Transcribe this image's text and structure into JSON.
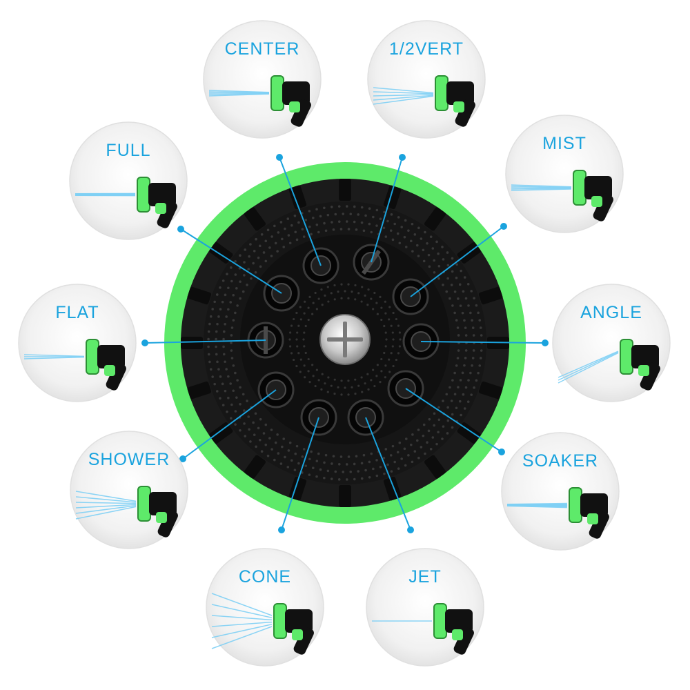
{
  "colors": {
    "accent_blue": "#1aa3de",
    "rim_green": "#5eea6a",
    "face_black": "#141414",
    "bubble_fill": "#f2f2f2",
    "spray_blue": "#7fd0f5"
  },
  "hub": {
    "icon": "screw-icon"
  },
  "patterns": [
    {
      "label": "CENTER",
      "spray": "dense-narrow"
    },
    {
      "label": "1/2VERT",
      "spray": "fan-down"
    },
    {
      "label": "MIST",
      "spray": "fine-lines"
    },
    {
      "label": "ANGLE",
      "spray": "angled-up"
    },
    {
      "label": "SOAKER",
      "spray": "wide-band"
    },
    {
      "label": "JET",
      "spray": "single-thin"
    },
    {
      "label": "CONE",
      "spray": "cone-wide"
    },
    {
      "label": "SHOWER",
      "spray": "parallel-lines"
    },
    {
      "label": "FLAT",
      "spray": "flat-thin"
    },
    {
      "label": "FULL",
      "spray": "bold-stream"
    }
  ]
}
